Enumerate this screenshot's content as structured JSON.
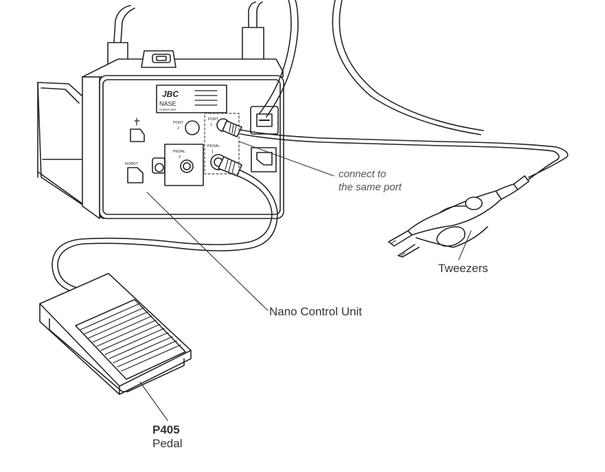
{
  "unit": {
    "brand": "JBC",
    "model": "NASE",
    "subtitle": "Control Unit",
    "ports": {
      "port2": [
        "PORT",
        "2"
      ],
      "port1": [
        "PORT",
        "1"
      ],
      "pedal2": [
        "PEDAL",
        "2"
      ],
      "pedal1": [
        "PEDAL",
        "1"
      ],
      "robot": "ROBOT"
    }
  },
  "callouts": {
    "connect": [
      "connect to",
      "the same port"
    ],
    "control_unit": "Nano Control Unit",
    "tweezers": "Tweezers",
    "pedal_model": "P405",
    "pedal_name": "Pedal"
  },
  "colors": {
    "line": "#222222",
    "dashed_box": "#444444",
    "label_text": "#333333"
  }
}
